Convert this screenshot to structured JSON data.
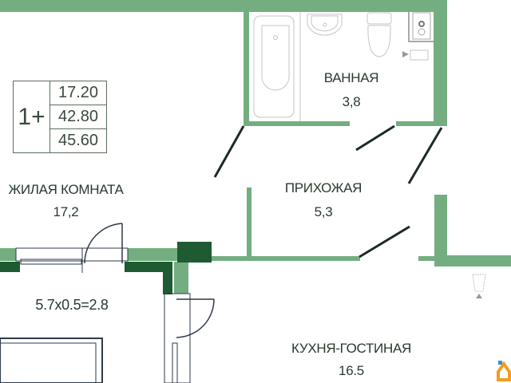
{
  "plan": {
    "colors": {
      "wall": "#74ae80",
      "wall_dark": "#1e5a32",
      "text": "#2a3a2e",
      "door_line": "#2e3a4a",
      "fixture": "#bbbbbb",
      "logo": "#f39c1e"
    },
    "summary": {
      "rooms": "1+",
      "living_area": "17.20",
      "total_area": "42.80",
      "total_area_with_balcony": "45.60"
    },
    "rooms": [
      {
        "name": "ЖИЛАЯ КОМНАТА",
        "area": "17,2"
      },
      {
        "name": "ВАННАЯ",
        "area": "3,8"
      },
      {
        "name": "ПРИХОЖАЯ",
        "area": "5,3"
      },
      {
        "name": "КУХНЯ-ГОСТИНАЯ",
        "area": "16.5"
      }
    ],
    "balcony": {
      "formula": "5.7x0.5=2.8"
    },
    "icons": [
      "bathtub-icon",
      "sink-icon",
      "toilet-icon",
      "water-heater-icon",
      "meter-icon",
      "exhaust-hood-icon",
      "brand-logo-icon"
    ]
  }
}
